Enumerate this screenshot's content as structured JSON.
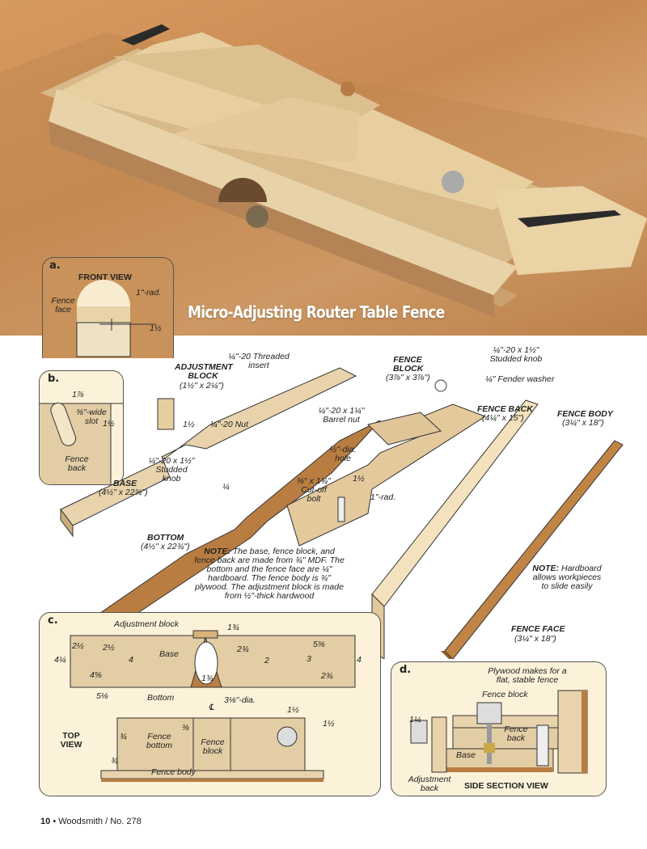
{
  "title": "Micro-Adjusting Router Table Fence",
  "panel_a": {
    "letter": "a.",
    "heading": "FRONT VIEW",
    "fence_face": "Fence face",
    "radius": "1\"-rad.",
    "dim": "1½"
  },
  "panel_b": {
    "letter": "b.",
    "dim_width": "1⅞",
    "slot": "⅜\"-wide slot",
    "dim_height": "1½",
    "fence_back": "Fence back"
  },
  "exploded": {
    "threaded_insert": "¼\"-20 Threaded insert",
    "adjustment_block": "ADJUSTMENT BLOCK",
    "adjustment_block_size": "(1½\" x 2¼\")",
    "nut": "¼\"-20 Nut",
    "notch_dim": "1½",
    "studded_knob_left": "¼\"-20 x 1½\" Studded knob",
    "base": "BASE",
    "base_size": "(4½\" x 22¾\")",
    "thickness": "¼",
    "bottom": "BOTTOM",
    "bottom_size": "(4½\" x 22¾\")",
    "note_label": "NOTE:",
    "note": "The base, fence block, and fence back are made from ¾\" MDF. The bottom and the fence face are ¼\" hardboard. The fence body is ¾\" plywood. The adjustment block is made from ½\"-thick hardwood",
    "fence_block": "FENCE BLOCK",
    "fence_block_size": "(3⅞\" x 3⅞\")",
    "studded_knob_right": "¼\"-20 x 1½\" Studded knob",
    "fender_washer": "¼\" Fender washer",
    "barrel_nut": "¼\"-20 x 1¼\" Barrel nut",
    "fence_back": "FENCE BACK",
    "fence_back_size": "(4¼\" x 15\")",
    "fence_body": "FENCE BODY",
    "fence_body_size": "(3¼\" x 18\")",
    "hole": "½\"-dia. hole",
    "hole_dim": "1½",
    "radius": "1\"-rad.",
    "bolt": "⅜\" x 1¾\" Cut-off bolt",
    "note2_label": "NOTE:",
    "note2": "Hardboard allows workpieces to slide easily",
    "fence_face": "FENCE FACE",
    "fence_face_size": "(3¼\" x 18\")"
  },
  "panel_c": {
    "letter": "c.",
    "adjustment_block": "Adjustment block",
    "base": "Base",
    "bottom": "Bottom",
    "dia": "3⅛\"-dia.",
    "top_view": "TOP VIEW",
    "fence_bottom": "Fence bottom",
    "fence_block": "Fence block",
    "fence_body": "Fence body",
    "centerline": "℄",
    "dims": [
      "4¼",
      "2½",
      "2½",
      "4",
      "4⅝",
      "5⅛",
      "1¾",
      "2¾",
      "1¾",
      "2",
      "5⅜",
      "3",
      "2¾",
      "4",
      "1½",
      "1½",
      "⅜",
      "¾",
      "¾"
    ]
  },
  "panel_d": {
    "letter": "d.",
    "plywood_note": "Plywood makes for a flat, stable fence",
    "fence_block": "Fence block",
    "fence_back": "Fence back",
    "base": "Base",
    "adjustment_back": "Adjustment back",
    "heading": "SIDE SECTION VIEW",
    "dim": "1¼"
  },
  "footer": {
    "page": "10",
    "sep": "•",
    "publication": "Woodsmith / No. 278"
  }
}
